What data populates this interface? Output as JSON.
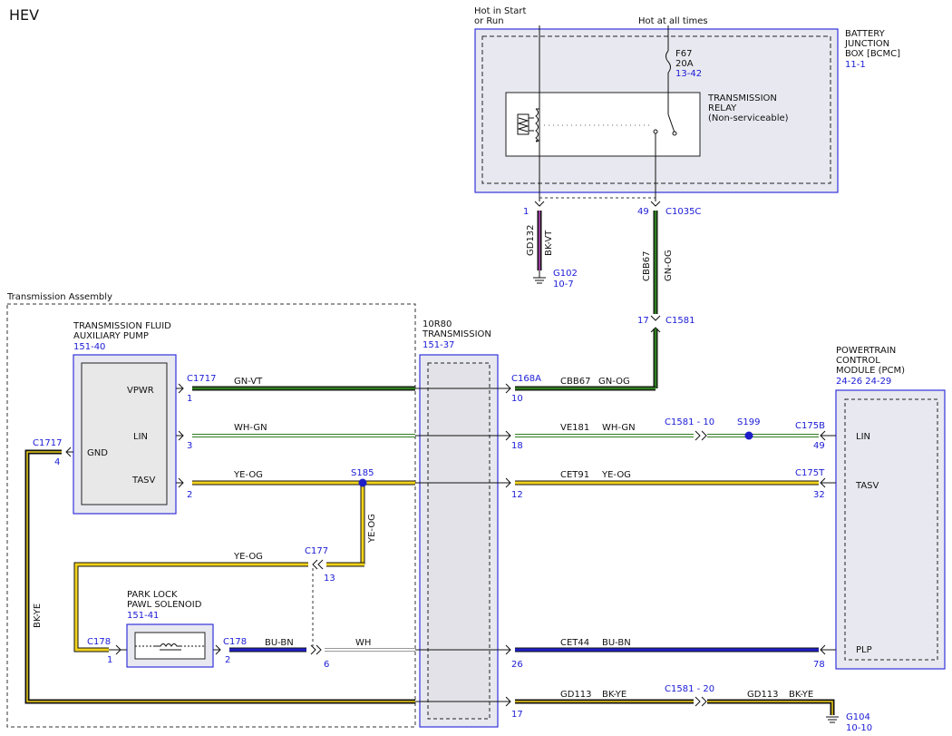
{
  "title": "HEV",
  "power": {
    "hot_start_run_l1": "Hot in Start",
    "hot_start_run_l2": "or Run",
    "hot_all_times": "Hot at all times"
  },
  "bjb": {
    "name_l1": "BATTERY",
    "name_l2": "JUNCTION",
    "name_l3": "BOX [BCMC]",
    "ref": "11-1",
    "fuse_name": "F67",
    "fuse_rating": "20A",
    "fuse_ref": "13-42",
    "relay_l1": "TRANSMISSION",
    "relay_l2": "RELAY",
    "relay_l3": "(Non-serviceable)"
  },
  "relay_outputs": {
    "pin_left": "1",
    "pin_right": "49",
    "connector": "C1035C",
    "circuit_left": "GD132",
    "color_left": "BK-VT",
    "ground_left": "G102",
    "ground_left_ref": "10-7",
    "circuit_right": "CBB67",
    "color_right": "GN-OG",
    "c1581_pin": "17",
    "c1581": "C1581"
  },
  "trans_assembly": {
    "label": "Transmission Assembly",
    "pump_l1": "TRANSMISSION FLUID",
    "pump_l2": "AUXILIARY PUMP",
    "pump_ref": "151-40",
    "pump_vpwr": "VPWR",
    "pump_lin": "LIN",
    "pump_tasv": "TASV",
    "pump_gnd": "GND",
    "c1717": "C1717",
    "c1717_gnd": "C1717",
    "pin_vpwr": "1",
    "pin_lin": "3",
    "pin_tasv": "2",
    "pin_gnd": "4",
    "wire_vpwr": "GN-VT",
    "wire_lin": "WH-GN",
    "wire_tasv": "YE-OG",
    "s185": "S185",
    "wire_s185_down": "YE-OG",
    "c177": "C177",
    "c177_pin_top": "13",
    "c177_pin_bot": "6",
    "wire_yeog_loop": "YE-OG",
    "gnd_wire": "BK-YE",
    "park_l1": "PARK LOCK",
    "park_l2": "PAWL SOLENOID",
    "park_ref": "151-41",
    "c178_left": "C178",
    "c178_right": "C178",
    "c178_pin_left": "1",
    "c178_pin_right": "2",
    "wire_bubn": "BU-BN",
    "wire_wh": "WH"
  },
  "transmission": {
    "l1": "10R80",
    "l2": "TRANSMISSION",
    "ref": "151-37",
    "c168a": "C168A",
    "pin_10": "10",
    "pin_18": "18",
    "pin_12": "12",
    "pin_26": "26",
    "pin_17": "17"
  },
  "right_circuits": {
    "r1_circuit": "CBB67",
    "r1_color": "GN-OG",
    "r2_circuit": "VE181",
    "r2_color": "WH-GN",
    "c1581_10": "C1581 - 10",
    "s199": "S199",
    "r3_circuit": "CET91",
    "r3_color": "YE-OG",
    "r4_circuit": "CET44",
    "r4_color": "BU-BN",
    "r5a_circuit": "GD113",
    "r5a_color": "BK-YE",
    "c1581_20": "C1581 - 20",
    "r5b_circuit": "GD113",
    "r5b_color": "BK-YE",
    "g104": "G104",
    "g104_ref": "10-10"
  },
  "pcm": {
    "l1": "POWERTRAIN",
    "l2": "CONTROL",
    "l3": "MODULE (PCM)",
    "ref": "24-26 24-29",
    "c175b": "C175B",
    "c175t": "C175T",
    "pin_49": "49",
    "pin_32": "32",
    "pin_78": "78",
    "lin": "LIN",
    "tasv": "TASV",
    "plp": "PLP"
  },
  "colors": {
    "green": "#2f7d1f",
    "yellow": "#f2d21b",
    "blue": "#1e1ec8",
    "black": "#111111",
    "violet": "#9a3ca0",
    "module_fill": "#e8e8f0",
    "module_border": "#3333dd",
    "ref_text": "#1a1ad6"
  }
}
